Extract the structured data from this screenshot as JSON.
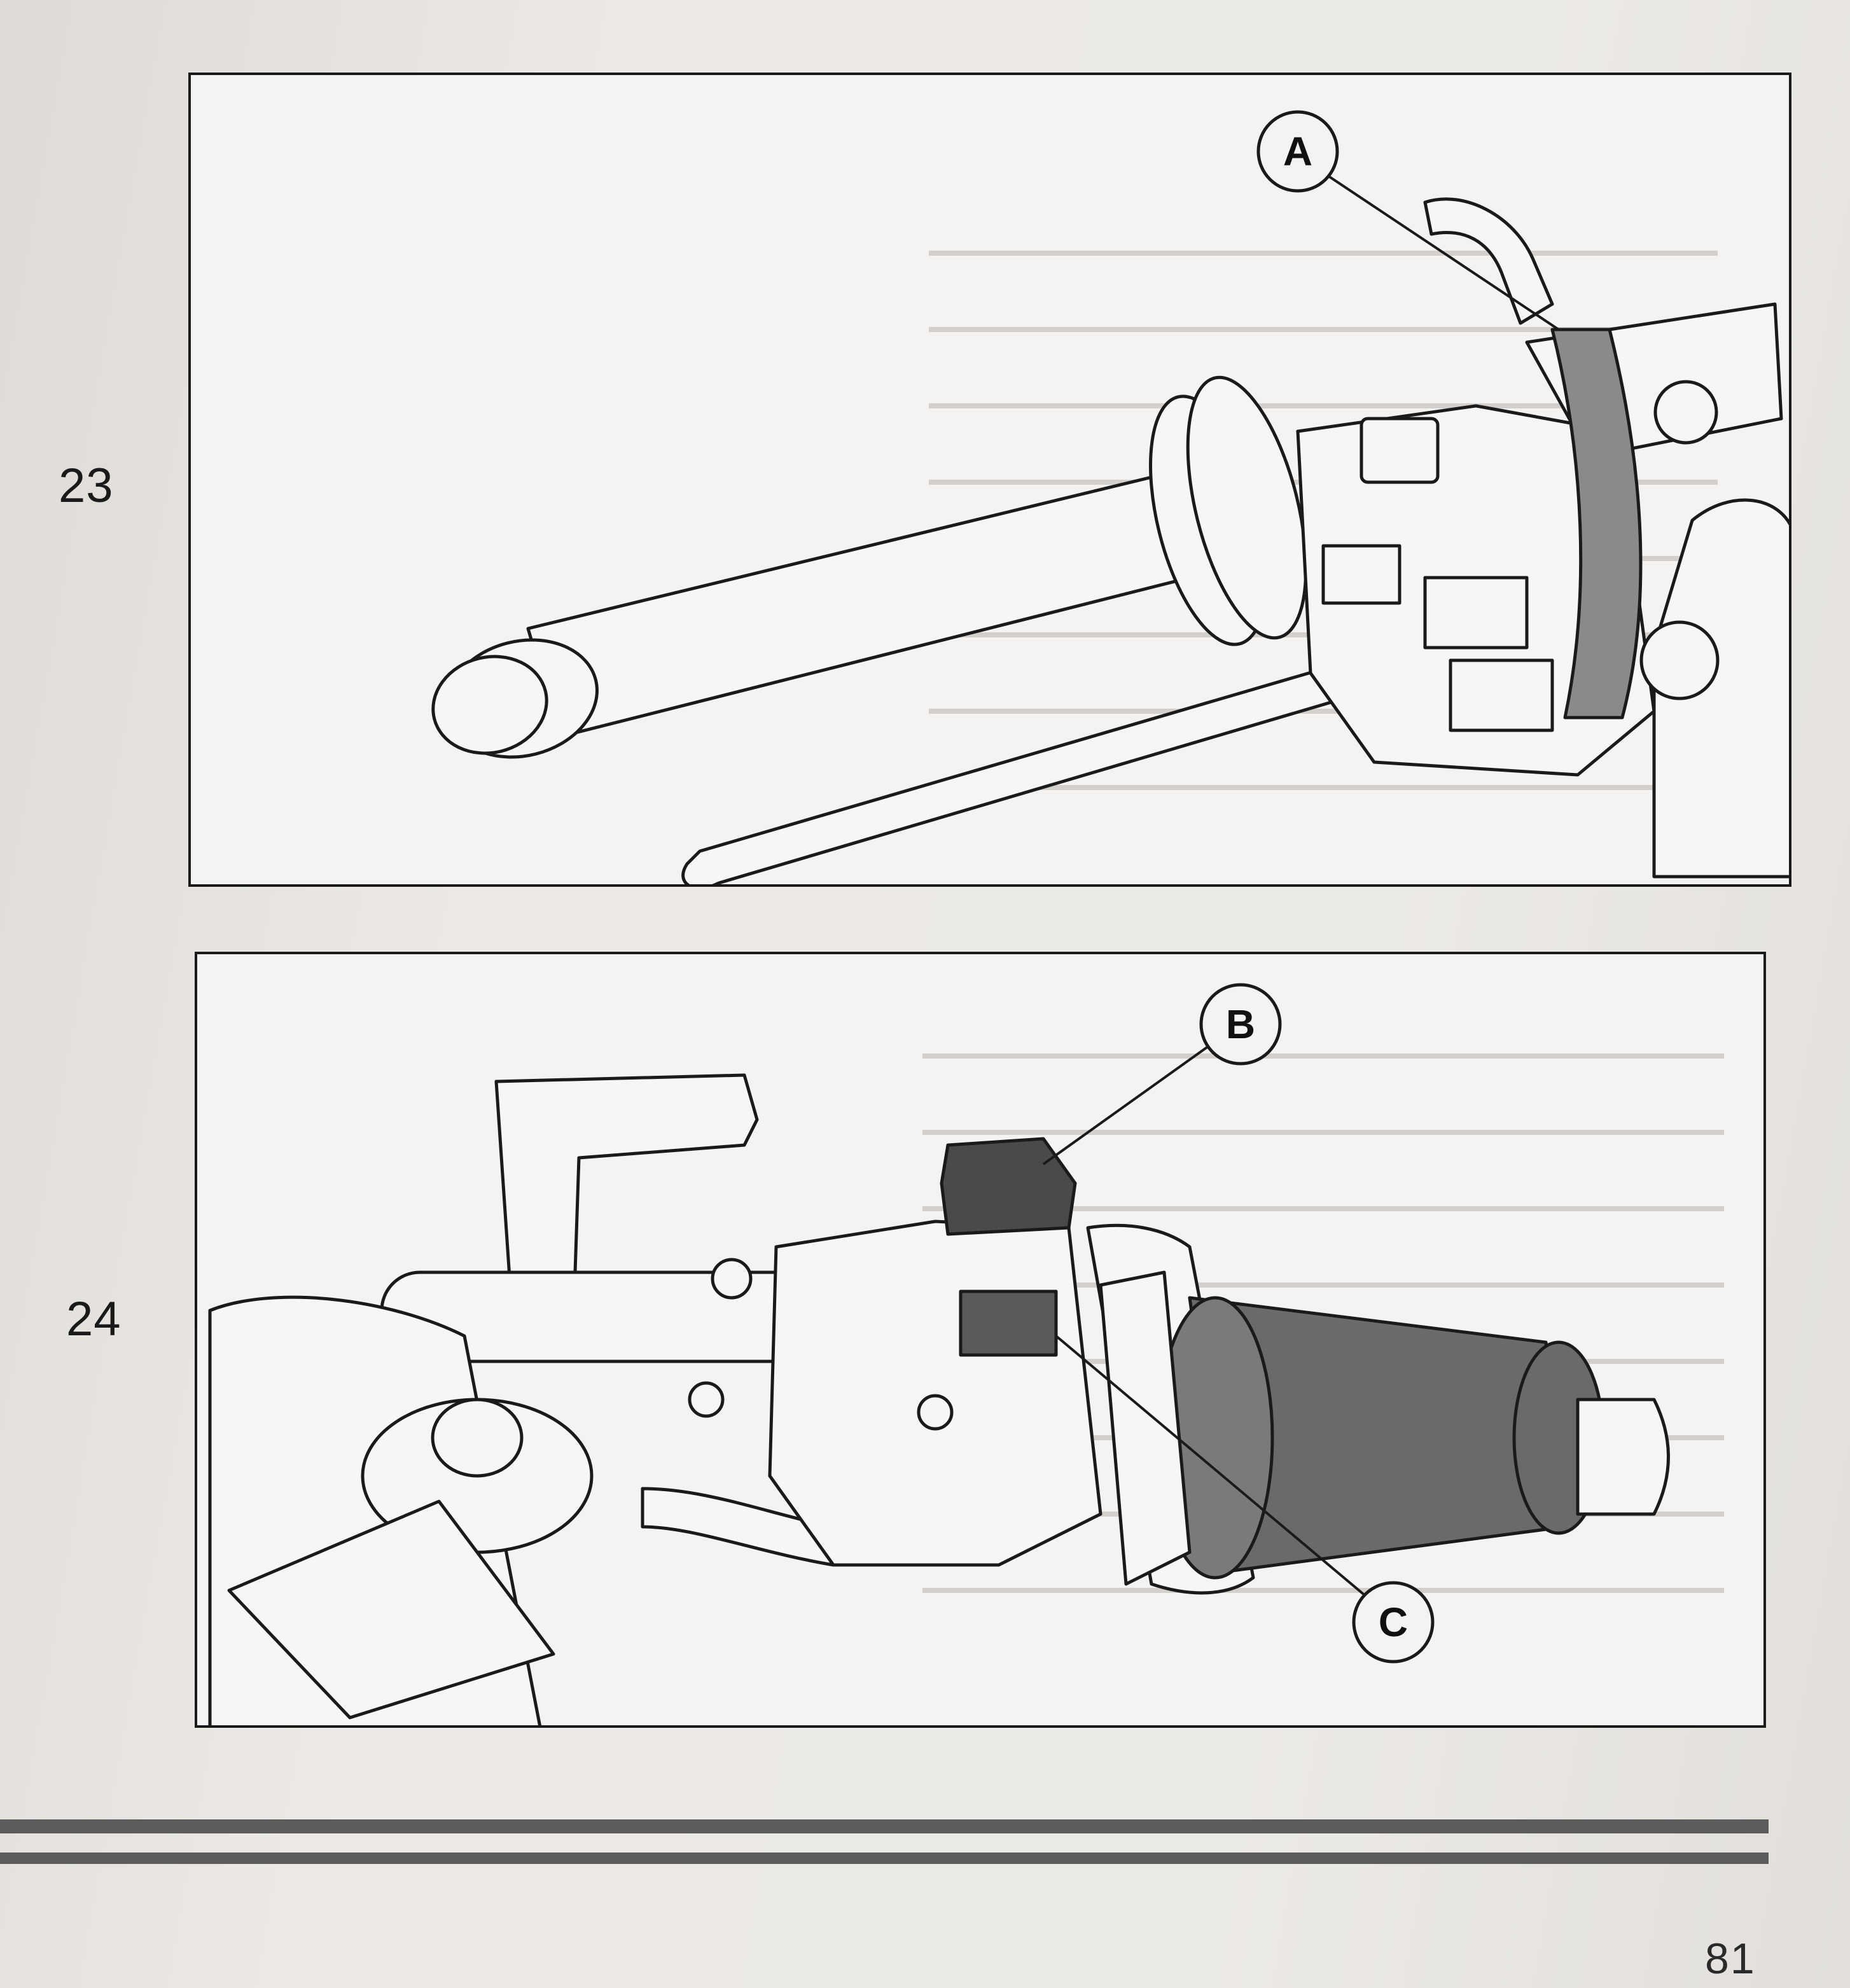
{
  "figures": [
    {
      "number": "23",
      "callouts": [
        "A"
      ]
    },
    {
      "number": "24",
      "callouts": [
        "B",
        "C"
      ]
    }
  ],
  "page_number": "81",
  "colors": {
    "ink": "#1a1a1a",
    "paper": "#f4f3f1",
    "rule": "#5c5c5c"
  }
}
